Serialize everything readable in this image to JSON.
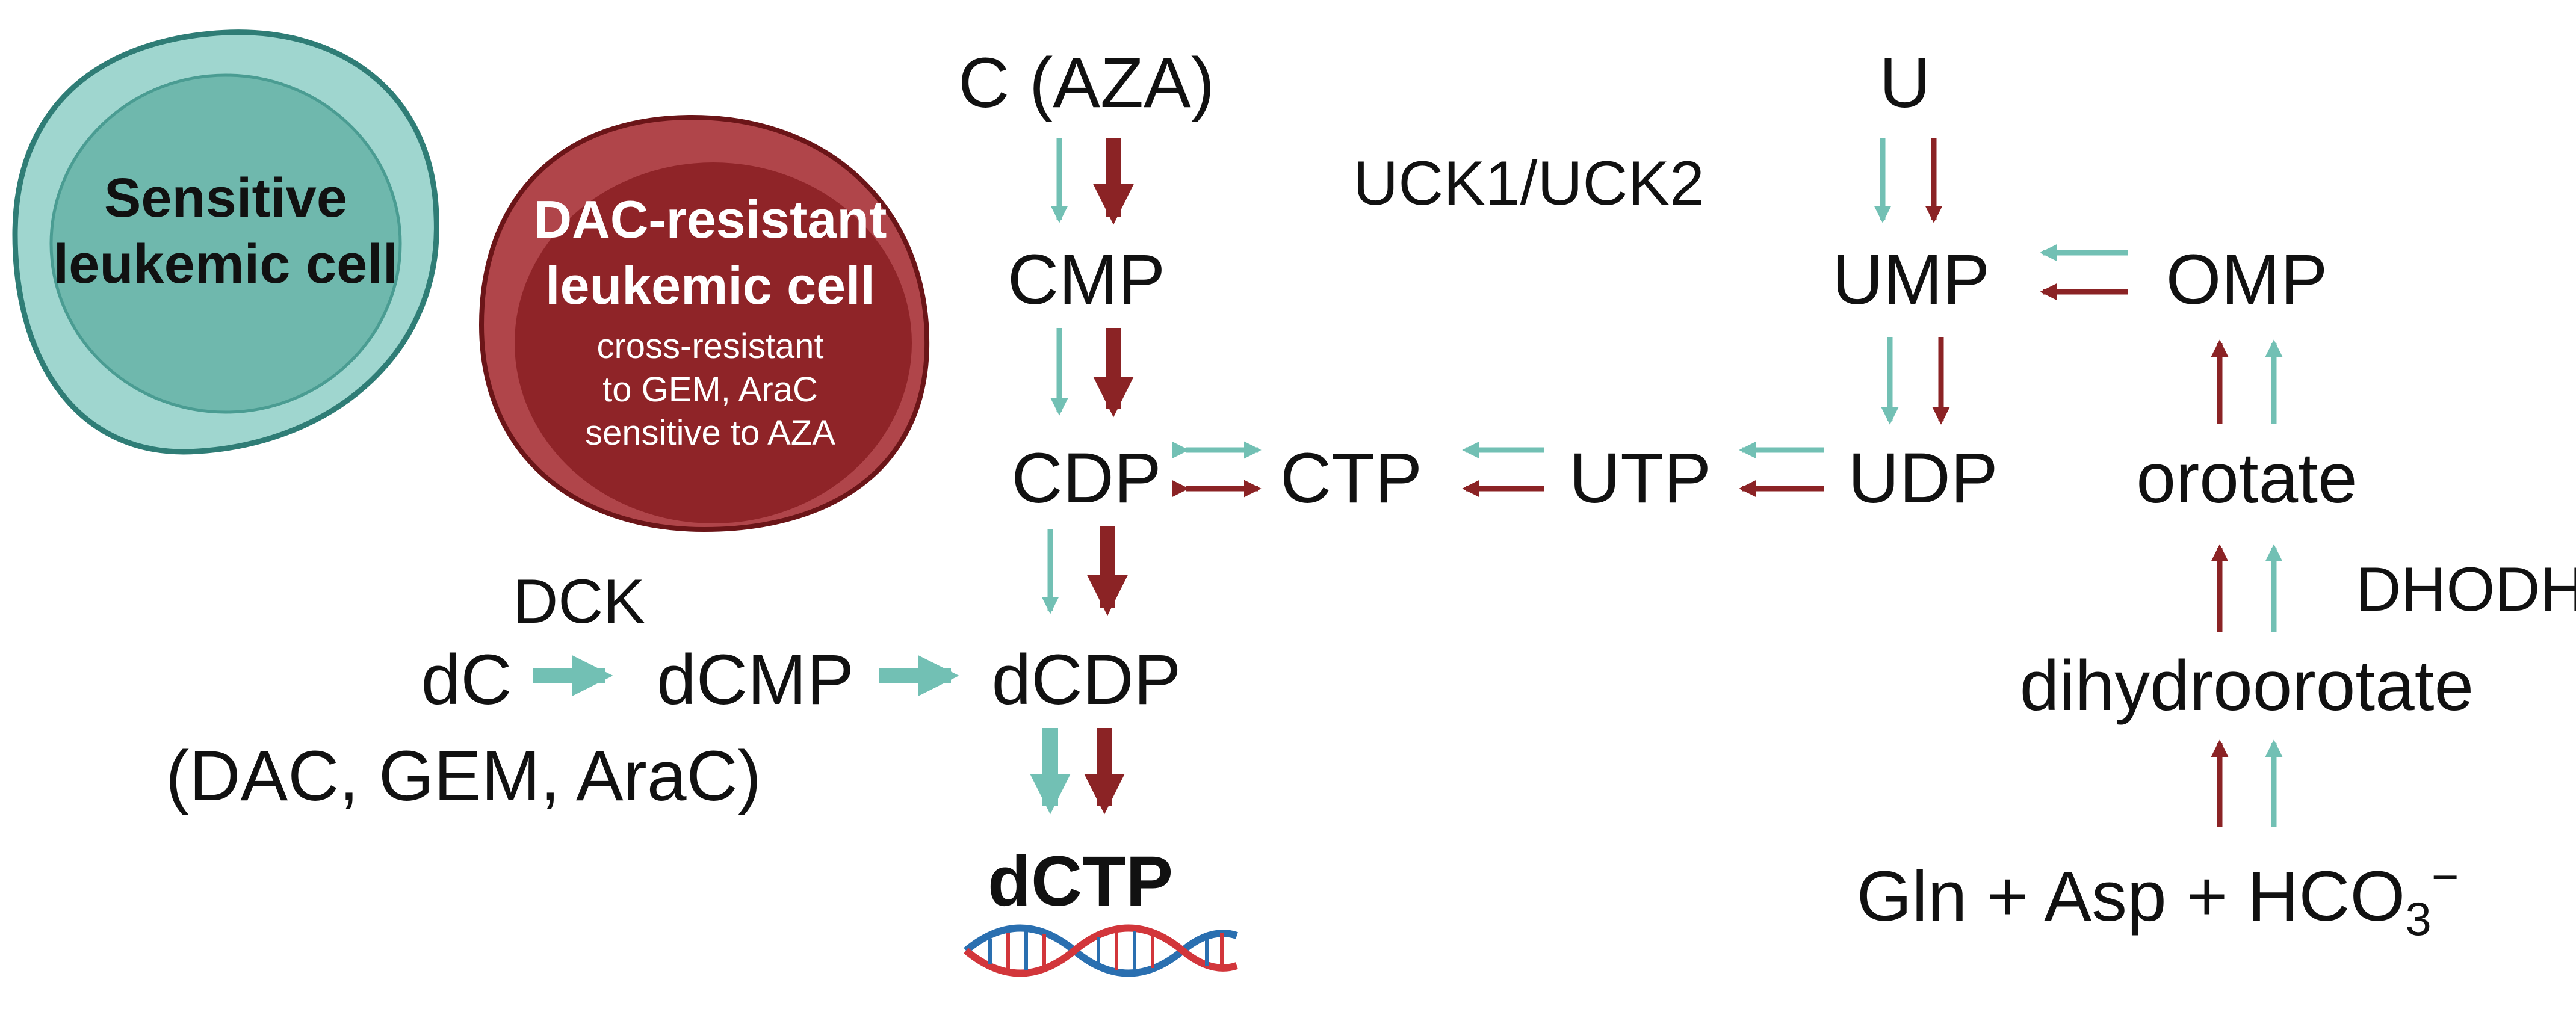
{
  "colors": {
    "teal": "#72c0b4",
    "dark_red": "#8b2325",
    "sensitive_outer": "#9fd6cf",
    "sensitive_inner": "#6fb8ad",
    "sensitive_stroke": "#2f7d76",
    "resistant_outer": "#b0454a",
    "resistant_inner": "#8f2428",
    "resistant_stroke": "#6b1518",
    "dna_blue": "#2a6fb0",
    "dna_red": "#d2363b"
  },
  "cells": {
    "sensitive": {
      "label_line1": "Sensitive",
      "label_line2": "leukemic cell"
    },
    "resistant": {
      "label_line1": "DAC-resistant",
      "label_line2": "leukemic cell",
      "sub_line1": "cross-resistant",
      "sub_line2": "to GEM, AraC",
      "sub_line3": "sensitive to AZA"
    }
  },
  "nodes": {
    "c_aza": "C (AZA)",
    "cmp": "CMP",
    "cdp": "CDP",
    "ctp": "CTP",
    "utp": "UTP",
    "udp": "UDP",
    "ump": "UMP",
    "u": "U",
    "omp": "OMP",
    "orotate": "orotate",
    "dihydroorotate": "dihydroorotate",
    "precursors_main": "Gln + Asp + HCO",
    "precursors_sub": "3",
    "precursors_sup": "−",
    "dc": "dC",
    "dcmp": "dCMP",
    "dcdp": "dCDP",
    "dctp": "dCTP",
    "dc_drugs": "(DAC, GEM, AraC)"
  },
  "enzymes": {
    "uck": "UCK1/UCK2",
    "dck": "DCK",
    "dhodh": "DHODH"
  },
  "icons": {
    "dna": "dna-helix-icon"
  }
}
